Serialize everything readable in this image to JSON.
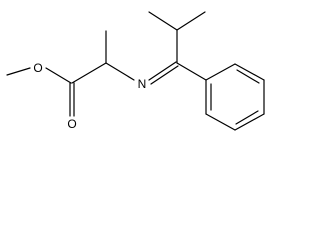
{
  "molecule": {
    "atoms": {
      "methoxy_oxygen": "O",
      "carbonyl_oxygen": "O",
      "imine_nitrogen": "N"
    }
  },
  "colors": {
    "background": "#ffffff",
    "bond": "#000000",
    "label": "#000000"
  }
}
